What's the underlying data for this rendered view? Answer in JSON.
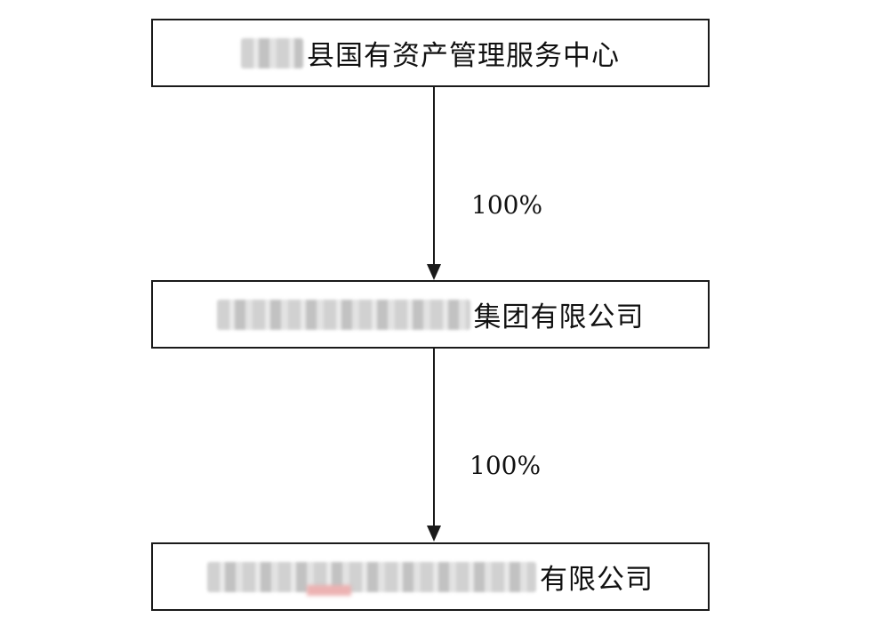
{
  "nodes": [
    {
      "label": "县国有资产管理服务中心"
    },
    {
      "label": "集团有限公司"
    },
    {
      "label": "有限公司"
    }
  ],
  "edges": [
    {
      "label": "100%"
    },
    {
      "label": "100%"
    }
  ]
}
